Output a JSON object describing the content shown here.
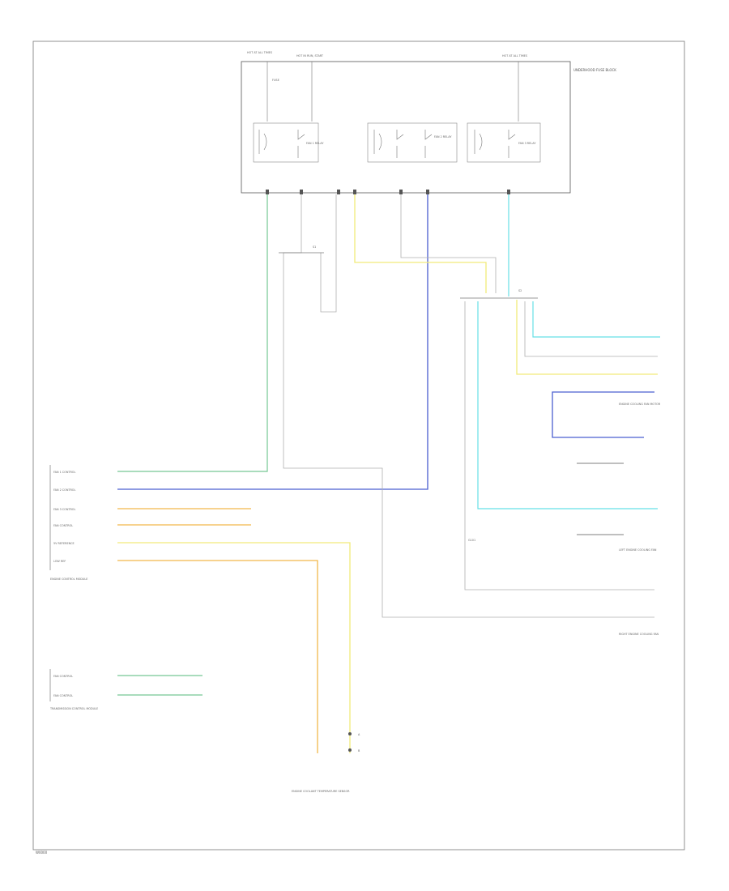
{
  "page": {
    "footer_code": "W0000"
  },
  "relay_block": {
    "left_feed_label": "HOT AT ALL TIMES",
    "mid_feed_label": "HOT IN RUN, START",
    "right_feed_label": "HOT AT ALL TIMES",
    "box_name": "UNDERHOOD FUSE BLOCK",
    "relay1_label": "FAN 1 RELAY",
    "relay2_label": "FAN 2 RELAY",
    "relay3_label": "FAN 3 RELAY",
    "fuse_label": "FUSE"
  },
  "splices": {
    "s1": "S1",
    "s2": "S2"
  },
  "ecm": {
    "name": "ENGINE CONTROL MODULE",
    "rows": [
      "FAN 1 CONTROL",
      "FAN 2 CONTROL",
      "FAN 3 CONTROL",
      "FAN CONTROL",
      "5V REFERENCE",
      "LOW REF"
    ]
  },
  "tcm": {
    "name": "TRANSMISSION CONTROL MODULE",
    "rows": [
      "FAN CONTROL",
      "FAN CONTROL"
    ]
  },
  "right_side": {
    "fan_motor_label": "ENGINE COOLING FAN MOTOR",
    "left_fan_label": "LEFT ENGINE COOLING FAN",
    "right_fan_label": "RIGHT ENGINE COOLING FAN",
    "ground_label": "G101"
  },
  "sensor": {
    "name": "ENGINE COOLANT TEMPERATURE SENSOR",
    "pin_a": "A",
    "pin_b": "B"
  },
  "wire_colors": {
    "green": "#76c893",
    "blue": "#4a5fd0",
    "yellow": "#f2ea7a",
    "orange": "#f2b84b",
    "cyan": "#66e0e6",
    "gray": "#b0b0b0",
    "dark": "#555555"
  }
}
